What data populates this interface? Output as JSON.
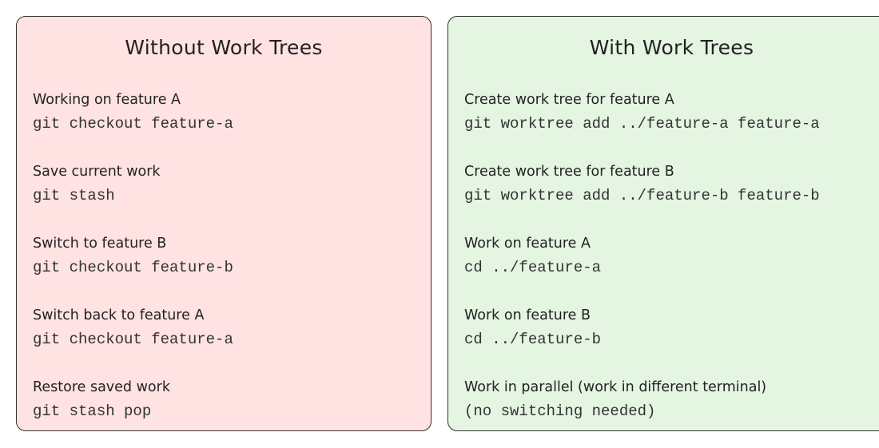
{
  "left_panel": {
    "title": "Without Work Trees",
    "background": "#ffe2e2",
    "steps": [
      {
        "label": "Working on feature A",
        "command": "git checkout feature-a"
      },
      {
        "label": "Save current work",
        "command": "git stash"
      },
      {
        "label": "Switch to feature B",
        "command": "git checkout feature-b"
      },
      {
        "label": "Switch back to feature A",
        "command": "git checkout feature-a"
      },
      {
        "label": "Restore saved work",
        "command": "git stash pop"
      }
    ]
  },
  "right_panel": {
    "title": "With Work Trees",
    "background": "#e4f5e2",
    "steps": [
      {
        "label": "Create work tree for feature A",
        "command": "git worktree add ../feature-a feature-a"
      },
      {
        "label": "Create work tree for feature B",
        "command": "git worktree add ../feature-b feature-b"
      },
      {
        "label": "Work on feature A",
        "command": "cd ../feature-a"
      },
      {
        "label": "Work on feature B",
        "command": "cd ../feature-b"
      },
      {
        "label": "Work in parallel (work in different terminal)",
        "command": "(no switching needed)"
      }
    ]
  }
}
